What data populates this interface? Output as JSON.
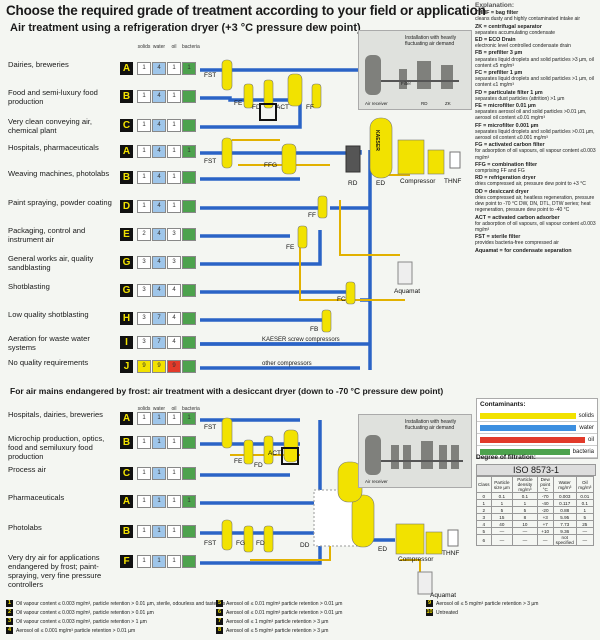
{
  "title": "Choose the required grade of treatment according to your field or application",
  "section1_title": "Air treatment using a refrigeration dryer (+3 °C pressure dew point)",
  "section2_title": "For air mains endangered by frost: air treatment with a desiccant dryer (down to -70 °C pressure dew point)",
  "col_headers": [
    "solids",
    "water",
    "oil",
    "bacteria"
  ],
  "section1_rows": [
    {
      "app": "Dairies, breweries",
      "grade": "A",
      "cells": [
        "1",
        "4",
        "1",
        "1"
      ]
    },
    {
      "app": "Food and semi-luxury food production",
      "grade": "B",
      "cells": [
        "1",
        "4",
        "1",
        ""
      ]
    },
    {
      "app": "Very clean conveying air, chemical plant",
      "grade": "C",
      "cells": [
        "1",
        "4",
        "1",
        ""
      ]
    },
    {
      "app": "Hospitals, pharmaceuticals",
      "grade": "A",
      "cells": [
        "1",
        "4",
        "1",
        "1"
      ]
    },
    {
      "app": "Weaving machines, photolabs",
      "grade": "B",
      "cells": [
        "1",
        "4",
        "1",
        ""
      ]
    },
    {
      "app": "Paint spraying, powder coating",
      "grade": "D",
      "cells": [
        "1",
        "4",
        "1",
        ""
      ]
    },
    {
      "app": "Packaging, control and instrument air",
      "grade": "E",
      "cells": [
        "2",
        "4",
        "3",
        ""
      ]
    },
    {
      "app": "General works air, quality sandblasting",
      "grade": "G",
      "cells": [
        "3",
        "4",
        "3",
        ""
      ]
    },
    {
      "app": "Shotblasting",
      "grade": "G",
      "cells": [
        "3",
        "4",
        "4",
        ""
      ]
    },
    {
      "app": "Low quality shotblasting",
      "grade": "H",
      "cells": [
        "3",
        "7",
        "4",
        ""
      ]
    },
    {
      "app": "Aeration for waste water systems",
      "grade": "I",
      "cells": [
        "3",
        "7",
        "4",
        ""
      ]
    },
    {
      "app": "No quality requirements",
      "grade": "J",
      "cells": [
        "9",
        "9",
        "9",
        ""
      ]
    }
  ],
  "section2_rows": [
    {
      "app": "Hospitals, dairies, breweries",
      "grade": "A",
      "cells": [
        "1",
        "1",
        "1",
        "1"
      ]
    },
    {
      "app": "Microchip production, optics, food and semiluxury food production",
      "grade": "B",
      "cells": [
        "1",
        "1",
        "1",
        ""
      ]
    },
    {
      "app": "Process air",
      "grade": "C",
      "cells": [
        "1",
        "1",
        "1",
        ""
      ]
    },
    {
      "app": "Pharmaceuticals",
      "grade": "A",
      "cells": [
        "1",
        "1",
        "1",
        "1"
      ]
    },
    {
      "app": "Photolabs",
      "grade": "B",
      "cells": [
        "1",
        "1",
        "1",
        ""
      ]
    },
    {
      "app": "Very dry air for applications endangered by frost; paint-spraying, very fine pressure controllers",
      "grade": "F",
      "cells": [
        "1",
        "1",
        "1",
        ""
      ]
    }
  ],
  "component_labels": {
    "fst": "FST",
    "fe": "FE",
    "fd": "FD",
    "act": "ACT",
    "ff": "FF",
    "ffg": "FFG",
    "fc": "FC",
    "fb": "FB",
    "rd": "RD",
    "ed": "ED",
    "compressor": "Compressor",
    "thnf": "THNF",
    "aquamat": "Aquamat",
    "fg": "FG",
    "dd": "DD",
    "kaeser": "KAESER",
    "screw": "KAESER screw compressors",
    "other": "other compressors",
    "inset1": "Installation with heavily fluctuating air demand",
    "inset_receiver": "Air receiver",
    "inset_filter": "Filter",
    "inset_rd": "RD",
    "inset_zk": "ZK",
    "inset2": "Installation with heavily fluctuating air demand"
  },
  "explanation_title": "Explanation:",
  "explanations": [
    {
      "k": "THNF = bag filter",
      "v": "cleans dusty and highly contaminated intake air"
    },
    {
      "k": "ZK = centrifugal separator",
      "v": "separates accumulating condensate"
    },
    {
      "k": "ED = ECO Drain",
      "v": "electronic level controlled condensate drain"
    },
    {
      "k": "FB = prefilter 3 µm",
      "v": "separates liquid droplets and solid particles >3 µm, oil content ≤5 mg/m³"
    },
    {
      "k": "FC = prefilter 1 µm",
      "v": "separates liquid droplets and solid particles >1 µm, oil content ≤1 mg/m³"
    },
    {
      "k": "FD = particulate filter 1 µm",
      "v": "separates dust particles (attrition) >1 µm"
    },
    {
      "k": "FE = microfilter 0.01 µm",
      "v": "separates aerosol oil and solid particles >0.01 µm, aerosol oil content ≤0.01 mg/m³"
    },
    {
      "k": "FF = microfilter 0.001 µm",
      "v": "separates liquid droplets and solid particles >0.01 µm, aerosol oil content ≤0.001 mg/m³"
    },
    {
      "k": "FG = activated carbon filter",
      "v": "for adsorption of oil vapours, oil vapour content ≤0.003 mg/m³"
    },
    {
      "k": "FFG = combination filter",
      "v": "comprising FF and FG"
    },
    {
      "k": "RD = refrigeration dryer",
      "v": "dries compressed air, pressure dew point to +3 °C"
    },
    {
      "k": "DD = desiccant dryer",
      "v": "dries compressed air, heatless regeneration, pressure dew point to -70 °C DW, DN, DTL, DTW series; heat regeneration, pressure dew point to -40 °C"
    },
    {
      "k": "ACT = activated carbon adsorber",
      "v": "for adsorption of oil vapours, oil vapour content ≤0.003 mg/m³"
    },
    {
      "k": "FST = sterile filter",
      "v": "provides bacteria-free compressed air"
    },
    {
      "k": "Aquamat = for condensate separation",
      "v": ""
    }
  ],
  "contaminants_title": "Contaminants:",
  "contaminants": [
    {
      "name": "solids",
      "color": "#f2e200"
    },
    {
      "name": "water",
      "color": "#3d8fe0"
    },
    {
      "name": "oil",
      "color": "#e23a2a"
    },
    {
      "name": "bacteria",
      "color": "#4da24d"
    }
  ],
  "filtration_title": "Degree of filtration:",
  "iso_title": "ISO 8573-1",
  "iso_headers": [
    "Class",
    "Particle size µm",
    "Particle density mg/m³",
    "Dew point °C",
    "Water mg/m³",
    "Oil mg/m³"
  ],
  "iso_rows": [
    [
      "0",
      "0.1",
      "0.1",
      "-70",
      "0.003",
      "0.01"
    ],
    [
      "1",
      "1",
      "1",
      "-40",
      "0.117",
      "0.1"
    ],
    [
      "2",
      "5",
      "5",
      "-20",
      "0.88",
      "1"
    ],
    [
      "3",
      "15",
      "8",
      "+3",
      "5.95",
      "5"
    ],
    [
      "4",
      "40",
      "10",
      "+7",
      "7.73",
      "25"
    ],
    [
      "5",
      "—",
      "—",
      "+10",
      "9.36",
      "—"
    ],
    [
      "6",
      "—",
      "—",
      "—",
      "not specified",
      "—"
    ]
  ],
  "footnotes": [
    {
      "b": "1",
      "t": "Oil vapour content ≤ 0.003 mg/m³, particle retention > 0.01 µm, sterile, odourless and tasteless"
    },
    {
      "b": "2",
      "t": "Oil vapour content ≤ 0.003 mg/m³, particle retention > 0.01 µm"
    },
    {
      "b": "3",
      "t": "Oil vapour content ≤ 0.003 mg/m³, particle retention > 1 µm"
    },
    {
      "b": "4",
      "t": "Aerosol oil ≤ 0.001 mg/m³ particle retention > 0.01 µm"
    },
    {
      "b": "5",
      "t": "Aerosol oil ≤ 0.01 mg/m³ particle retention > 0.01 µm"
    },
    {
      "b": "6",
      "t": "Aerosol oil ≤ 0.01 mg/m³ particle retention > 0.01 µm"
    },
    {
      "b": "7",
      "t": "Aerosol oil ≤ 1 mg/m³ particle retention > 3 µm"
    },
    {
      "b": "8",
      "t": "Aerosol oil ≤ 5 mg/m³ particle retention > 3 µm"
    },
    {
      "b": "9",
      "t": "Aerosol oil ≤ 5 mg/m³ particle retention > 3 µm"
    },
    {
      "b": "10",
      "t": "Untreated"
    }
  ]
}
